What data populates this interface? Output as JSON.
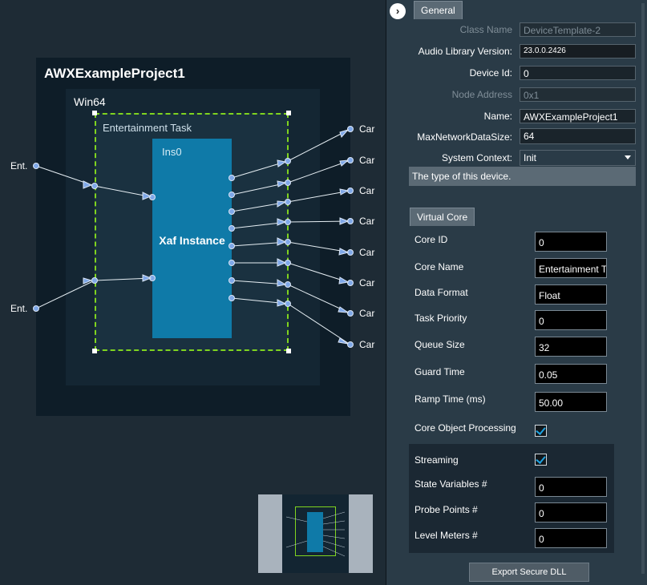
{
  "canvas": {
    "project_title": "AWXExampleProject1",
    "platform_label": "Win64",
    "task_label": "Entertainment Task",
    "instance_name": "Ins0",
    "instance_label": "Xaf Instance",
    "input_labels": [
      "Ent.",
      "Ent."
    ],
    "output_labels": [
      "Car",
      "Car",
      "Car",
      "Car",
      "Car",
      "Car",
      "Car",
      "Car"
    ],
    "colors": {
      "task_border": "#7fd41f",
      "instance_fill": "#0f7aa8",
      "wire": "#e6eef3",
      "pin": "#7fa8e8"
    }
  },
  "panel": {
    "general_tab": "General",
    "collapse_icon": "chevron-right-icon",
    "properties": {
      "class_name_label": "Class Name",
      "class_name_value": "DeviceTemplate-2",
      "audio_lib_label": "Audio Library Version:",
      "audio_lib_value": "23.0.0.2426",
      "device_id_label": "Device Id:",
      "device_id_value": "0",
      "node_address_label": "Node Address",
      "node_address_value": "0x1",
      "name_label": "Name:",
      "name_value": "AWXExampleProject1",
      "max_net_label": "MaxNetworkDataSize:",
      "max_net_value": "64",
      "sys_ctx_label": "System Context:",
      "sys_ctx_value": "Init"
    },
    "description": "The type of this device.",
    "virtual_core": {
      "tab": "Virtual Core",
      "core_id_label": "Core ID",
      "core_id_value": "0",
      "core_name_label": "Core Name",
      "core_name_value": "Entertainment Ta",
      "data_format_label": "Data Format",
      "data_format_value": "Float",
      "task_priority_label": "Task Priority",
      "task_priority_value": "0",
      "queue_size_label": "Queue Size",
      "queue_size_value": "32",
      "guard_time_label": "Guard Time",
      "guard_time_value": "0.05",
      "ramp_time_label": "Ramp Time (ms)",
      "ramp_time_value": "50.00",
      "core_obj_label": "Core Object Processing",
      "core_obj_checked": true
    },
    "streaming": {
      "streaming_label": "Streaming",
      "streaming_checked": true,
      "state_vars_label": "State Variables #",
      "state_vars_value": "0",
      "probe_points_label": "Probe Points #",
      "probe_points_value": "0",
      "level_meters_label": "Level Meters #",
      "level_meters_value": "0"
    },
    "export_button": "Export Secure DLL"
  }
}
